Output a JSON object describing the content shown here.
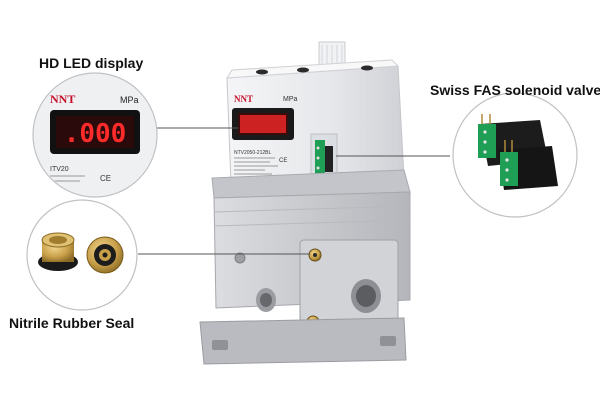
{
  "callouts": {
    "display": "HD LED display",
    "valve": "Swiss FAS solenoid valve",
    "seal": "Nitrile Rubber Seal"
  },
  "device": {
    "brand": "NNT",
    "unit": "MPa",
    "led_reading": ".000",
    "model": "ITV20",
    "model_full": "NTV2050-212BL"
  },
  "colors": {
    "led": "#ff2a2a",
    "led_bg": "#2a0a0a",
    "body": "#e8e9ec",
    "brass": "#c9a04a",
    "solenoid": "#1c1c1c",
    "circuit": "#1f9e55"
  }
}
